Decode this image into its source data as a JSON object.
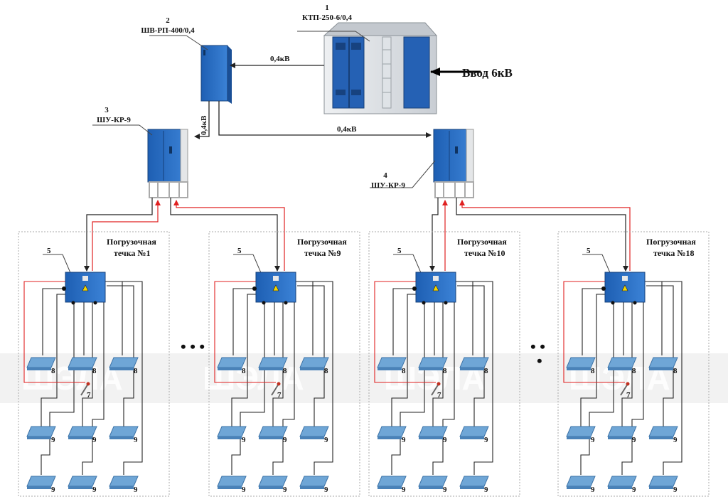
{
  "watermark": "ШЭЛА",
  "colors": {
    "cabinet_blue": "#2b6fc4",
    "wire_black": "#222222",
    "wire_red": "#e02020",
    "pad_blue": "#6fa6d6",
    "frame_gray": "#aaaaaa",
    "substation_gray": "#d9dde2"
  },
  "substation": {
    "num": "1",
    "name": "КТП-250-6/0,4",
    "input_label": "Ввод 6кВ"
  },
  "switchboard": {
    "num": "2",
    "name": "ШВ-РП-400/0,4"
  },
  "cabinets": [
    {
      "num": "3",
      "name": "ШУ-КР-9"
    },
    {
      "num": "4",
      "name": "ШУ-КР-9"
    }
  ],
  "links": {
    "sub_to_switch": "0,4кВ",
    "switch_to_cab3": "0,4кВ",
    "switch_to_cab4": "0,4кВ"
  },
  "points": [
    {
      "num": "5",
      "title_line1": "Погрузочная",
      "title_line2": "течка №1"
    },
    {
      "num": "5",
      "title_line1": "Погрузочная",
      "title_line2": "течка №9"
    },
    {
      "num": "5",
      "title_line1": "Погрузочная",
      "title_line2": "течка №10"
    },
    {
      "num": "5",
      "title_line1": "Погрузочная",
      "title_line2": "течка №18"
    }
  ],
  "item_labels": {
    "pad_top": "8",
    "pad_low": "9",
    "sensor": "7"
  },
  "ellipsis_left": "• • •",
  "ellipsis_right": "• •",
  "ellipsis_right_lower": "•"
}
